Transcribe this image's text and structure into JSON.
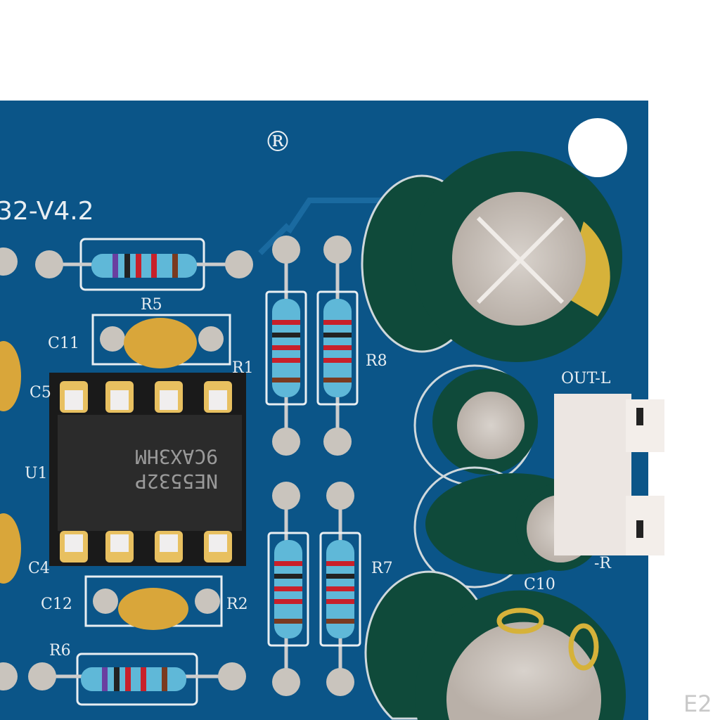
{
  "board": {
    "version_text": "32-V4.2",
    "registered_mark": "®",
    "colors": {
      "pcb": "#0b5588",
      "silkscreen": "#e8eef2",
      "capacitor": "#0f4a3a",
      "resistor": "#5fb8d8",
      "ceramic_cap": "#d9a63a"
    },
    "labels": {
      "r5": "R5",
      "c11": "C11",
      "r1": "R1",
      "r8": "R8",
      "c5": "C5",
      "u1": "U1",
      "c4": "C4",
      "c12": "C12",
      "r2": "R2",
      "r6": "R6",
      "r7": "R7",
      "out_l": "OUT-L",
      "out_r": "-R",
      "c10": "C10"
    },
    "chip": {
      "line1": "NE5532P",
      "line2": "9CAX3HM"
    }
  },
  "watermark": "E2"
}
